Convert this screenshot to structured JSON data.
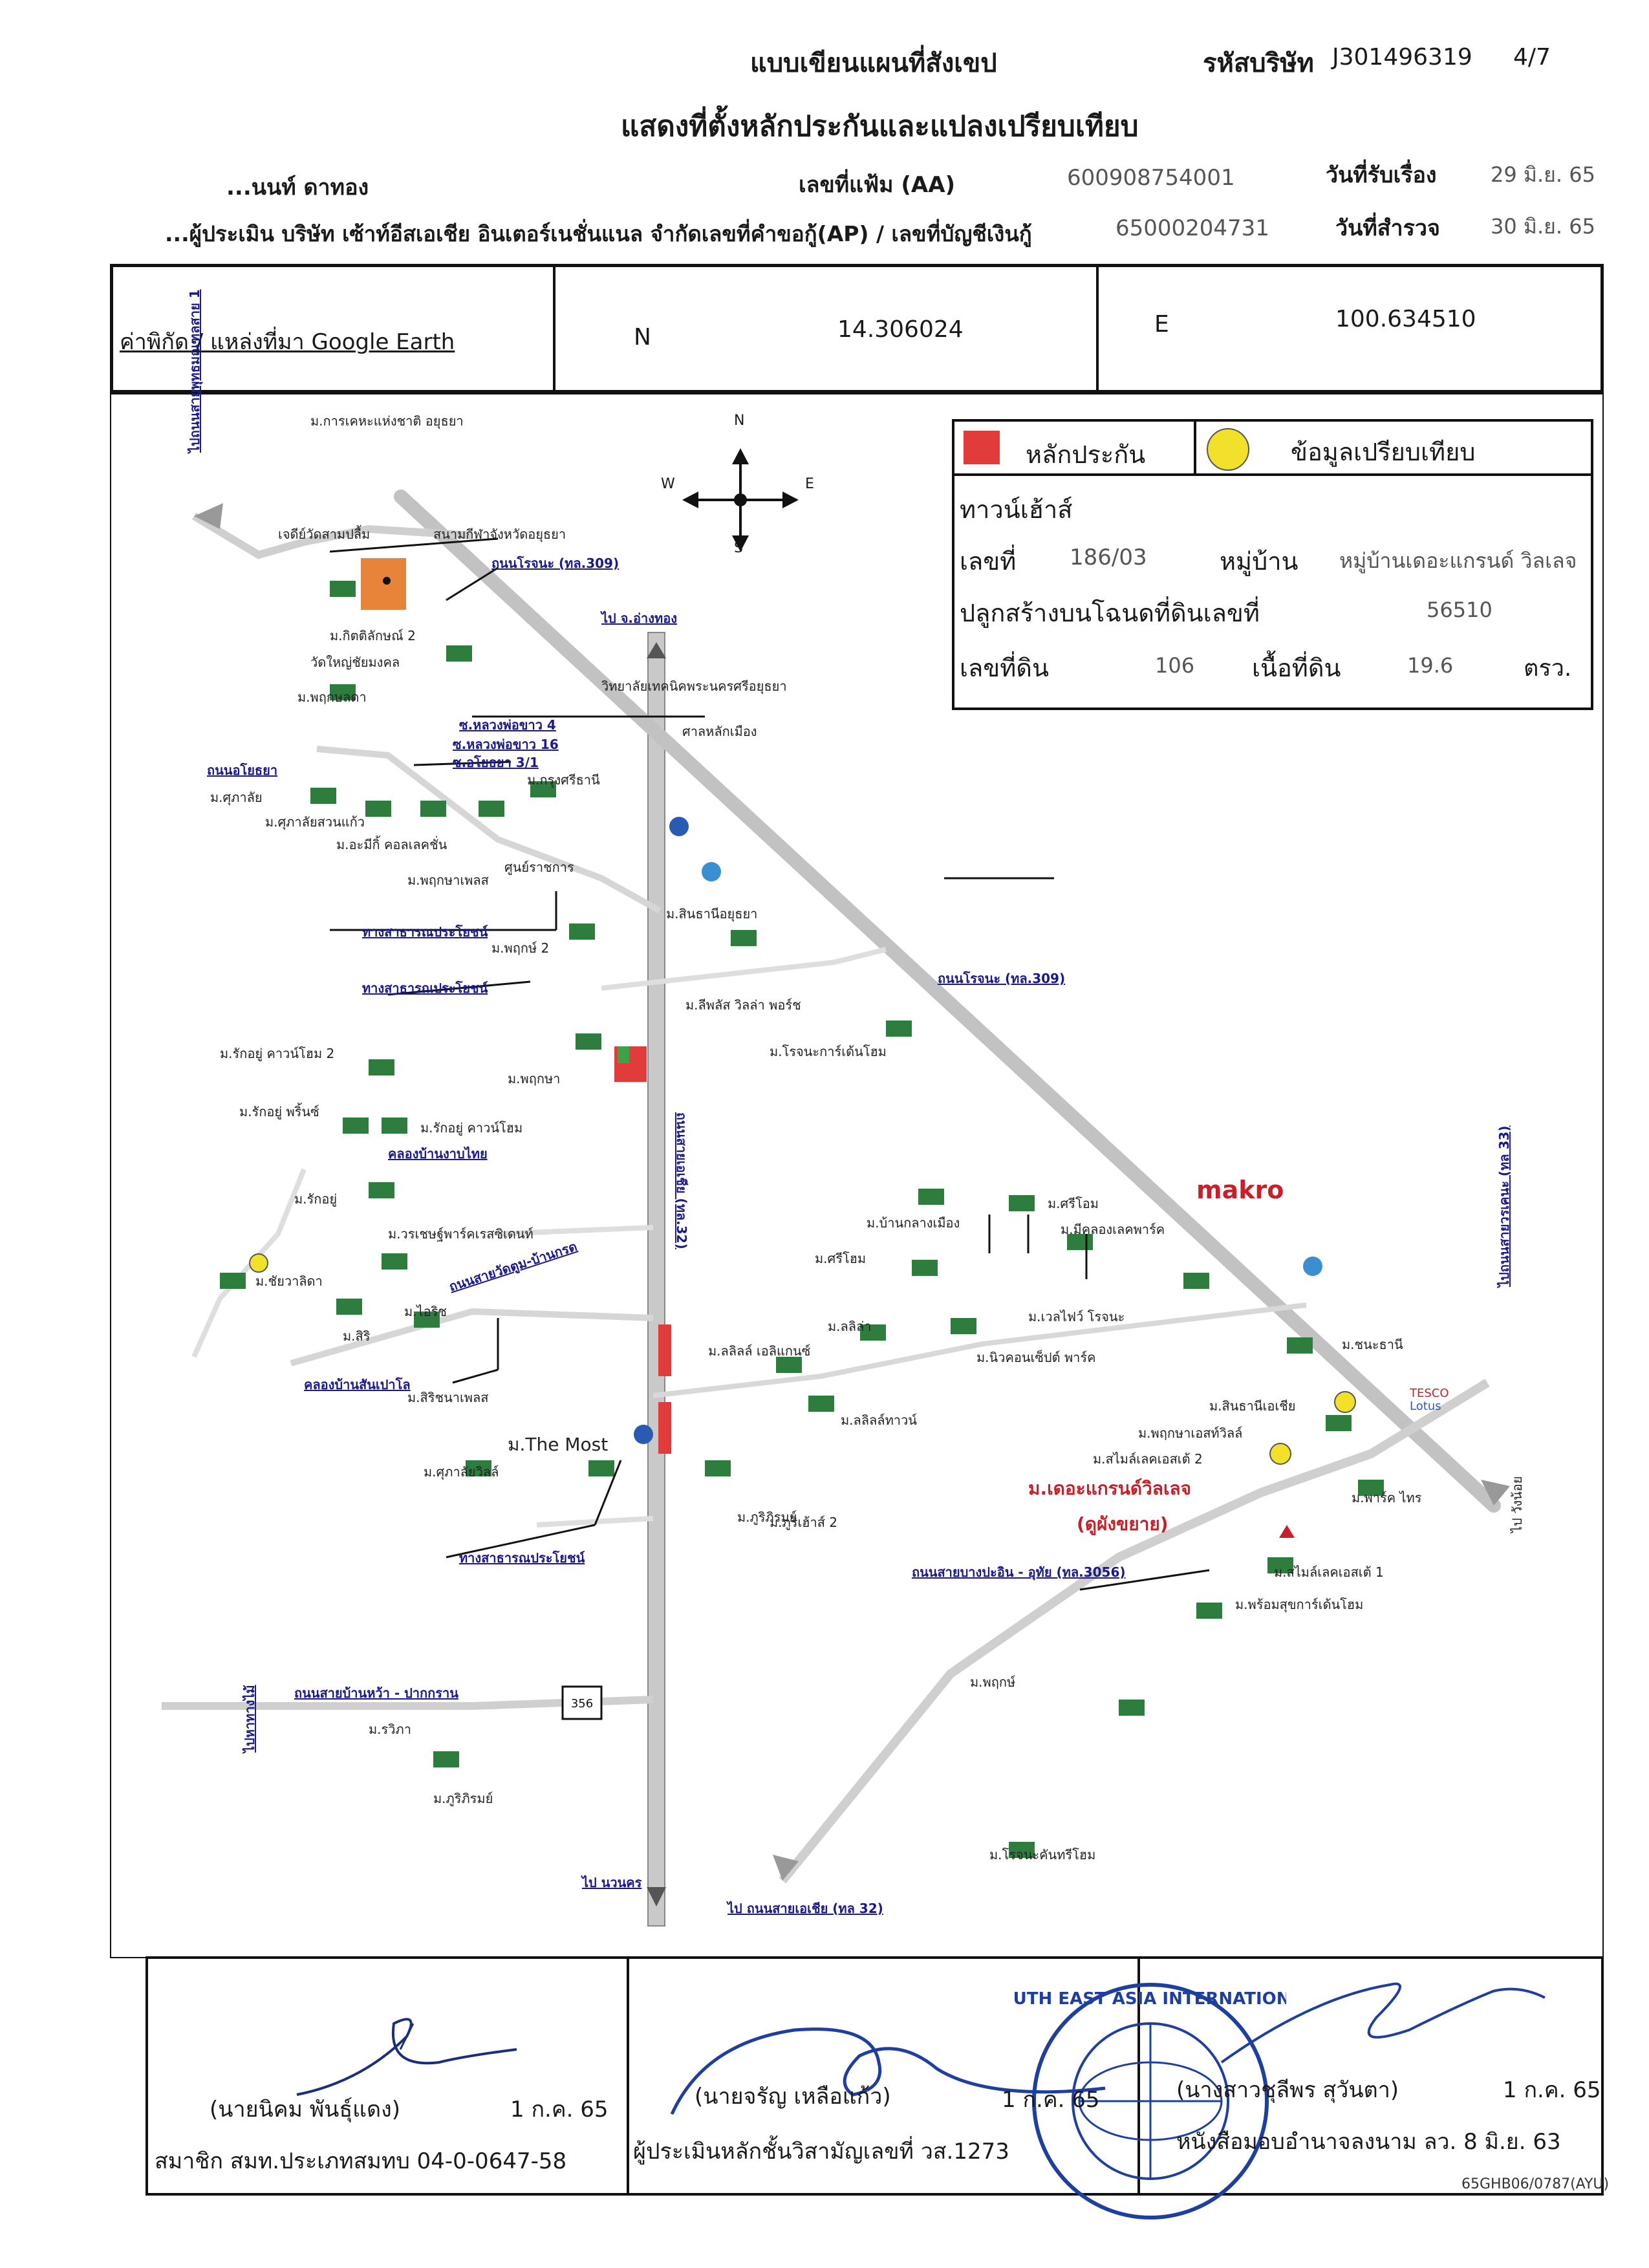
{
  "header": {
    "form_title": "แบบเขียนแผนที่สังเขป",
    "company_code_label": "รหัสบริษัท",
    "company_code": "J301496319",
    "page": "4/7",
    "subtitle": "แสดงที่ตั้งหลักประกันและแปลงเปรียบเทียบ",
    "owner_name": "...นนท์ ดาทอง",
    "file_no_label": "เลขที่แฟ้ม (AA)",
    "file_no": "600908754001",
    "received_label": "วันที่รับเรื่อง",
    "received_date": "29 มิ.ย. 65",
    "appraiser_line": "...ผู้ประเมิน บริษัท เซ้าท์อีสเอเชีย อินเตอร์เนชั่นแนล จำกัดเลขที่คำขอกู้(AP) / เลขที่บัญชีเงินกู้",
    "application_no": "65000204731",
    "survey_label": "วันที่สำรวจ",
    "survey_date": "30 มิ.ย. 65"
  },
  "coords": {
    "source_label": "ค่าพิกัด / แหล่งที่มา Google Earth",
    "n_label": "N",
    "n_value": "14.306024",
    "e_label": "E",
    "e_value": "100.634510"
  },
  "legend": {
    "collateral_label": "หลักประกัน",
    "collateral_color": "#e23b3b",
    "compare_label": "ข้อมูลเปรียบเทียบ",
    "compare_color": "#f2e12a",
    "property_type": "ทาวน์เฮ้าส์",
    "house_no_label": "เลขที่",
    "house_no": "186/03",
    "village_label": "หมู่บ้าน",
    "village": "หมู่บ้านเดอะแกรนด์ วิลเลจ",
    "deed_label": "ปลูกสร้างบนโฉนดที่ดินเลขที่",
    "deed_no": "56510",
    "land_no_label": "เลขที่ดิน",
    "land_no": "106",
    "area_label": "เนื้อที่ดิน",
    "area": "19.6",
    "area_unit": "ตรว."
  },
  "compass": {
    "n": "N",
    "s": "S",
    "e": "E",
    "w": "W"
  },
  "map_labels": [
    "ม.การเคหะแห่งชาติ อยุธยา",
    "ไปถนนสายพุทธมณฑลสาย 1",
    "เจดีย์วัดสามปลื้ม",
    "สนามกีฬาจังหวัดอยุธยา",
    "ถนนโรจนะ (ทล.309)",
    "ไป จ.อ่างทอง",
    "ม.กิตติลักษณ์ 2",
    "วัดใหญ่ชัยมงคล",
    "ม.พฤกษลดา",
    "วิทยาลัยเทคนิคพระนครศรีอยุธยา",
    "ซ.หลวงพ่อขาว 4",
    "ซ.หลวงพ่อขาว 16",
    "ซ.อโยธยา 3/1",
    "ศาลหลักเมือง",
    "ถนนอโยธยา",
    "ม.ศุภาลัย",
    "ม.ศุภาลัยสวนแก้ว",
    "ม.อะมีกิ้ คอลเลคชั่น",
    "ม.กรุงศรีธานี",
    "ศูนย์ราชการ",
    "ม.พฤกษาเพลส",
    "ม.สินธานีอยุธยา",
    "ถนนโรจนะ (ทล.309)",
    "ม.พฤกษ์ 2",
    "ทางสาธารณประโยชน์",
    "ม.ลีพลัส วิลล่า พอร์ช",
    "ม.โรจนะการ์เด้นโฮม",
    "ม.รักอยู่ คาวน์โฮม 2",
    "ม.พฤกษา",
    "ม.รักอยู่ พริ้นซ์",
    "ม.รักอยู่ คาวน์โฮม",
    "คลองบ้านงาบไทย",
    "ม.รักอยู่",
    "ถนนสายเอเชีย (ทล.32)",
    "ม.บ้านกลางเมือง",
    "ม.ศรีโอม",
    "ม.มีคลองเลคพาร์ค",
    "ม.ศรีโฮม",
    "ม.วรเชษฐ์พาร์คเรสซิเดนท์",
    "ม.ชัยวาลิดา",
    "ถนนสายวัดตูม-บ้านกรด",
    "ม.ไอริช",
    "ม.สิริ",
    "ม.ลลิลล์ เอลิแกนซ์",
    "ม.ลลิล่า",
    "ม.เวลไฟว์ โรจนะ",
    "ม.นิวคอนเซ็ปต์ พาร์ค",
    "ม.ลลิลล์ทาวน์",
    "คลองบ้านสันเปาโล",
    "ม.สิริชนาเพลส",
    "ม.ชนะธานี",
    "ม.สินธานีเอเชีย",
    "ม.พฤกษาเอสท์วิลล์",
    "ม.สไมล์เลคเอสเต้ 2",
    "ม.The Most",
    "ม.ศุภาลัยวิลล์",
    "ม.ภูริภิรมย์",
    "ม.ภูริเฮ้าส์ 2",
    "ม.พาร์ค ไทร",
    "ทางสาธารณประโยชน์",
    "ถนนสายบางปะอิน - อุทัย (ทล.3056)",
    "ม.สไมล์เลคเอสเต้ 1",
    "ม.พร้อมสุขการ์เด้นโฮม",
    "ไปหาทางไม้",
    "ถนนสายบ้านหว้า - ปากกราน",
    "ม.รวิภา",
    "ม.ภูริภิรมย์",
    "ม.พฤกษ์",
    "ไป นวนคร",
    "ไป ถนนสายเอเชีย (ทล 32)",
    "ม.โรจนะคันทรีโฮม",
    "ไป วังน้อย",
    "ไปถนนสายวรเคนะ (ทล 33)",
    "makro",
    "TESCO Lotus"
  ],
  "subject_label": "ม.เดอะแกรนด์วิลเลจ",
  "subject_sub": "(ดูผังขยาย)",
  "route_badge": "356",
  "signatures": [
    {
      "name": "(นายนิคม พันธุ์แดง)",
      "date": "1 ก.ค. 65",
      "role": "สมาชิก สมท.ประเภทสมทบ 04-0-0647-58"
    },
    {
      "name": "(นายจรัญ เหลือแก้ว)",
      "date": "1 ก.ค. 65",
      "role": "ผู้ประเมินหลักชั้นวิสามัญเลขที่ วส.1273"
    },
    {
      "name": "(นางสาวชุลีพร สุวันตา)",
      "date": "1 ก.ค. 65",
      "role": "หนังสือมอบอำนาจลงนาม ลว. 8 มิ.ย. 63"
    }
  ],
  "stamp_text": "SOUTH EAST ASIA INTERNATIONAL",
  "footer_ref": "65GHB06/0787(AYU)"
}
